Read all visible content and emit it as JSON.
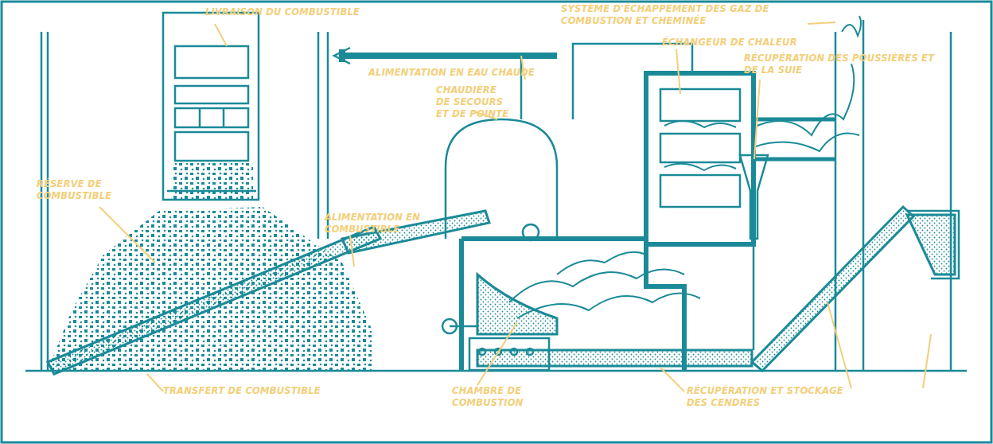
{
  "diagram": {
    "labels": [
      "LIVRAISON DU COMBUSTIBLE",
      "SYSTÈME D'ÉCHAPPEMENT DES GAZ DE COMBUSTION ET CHEMINÉE",
      "ÉCHANGEUR DE CHALEUR",
      "ALIMENTATION EN EAU CHAUDE",
      "RÉCUPÉRATION DES POUSSIÈRES ET DE LA SUIE",
      "CHAUDIÈRE DE SECOURS ET DE POINTE",
      "RÉSERVE DE COMBUSTIBLE",
      "ALIMENTATION EN COMBUSTIBLE",
      "TRANSFERT DE COMBUSTIBLE",
      "CHAMBRE DE COMBUSTION",
      "RÉCUPÉRATION ET STOCKAGE DES CENDRES"
    ]
  }
}
